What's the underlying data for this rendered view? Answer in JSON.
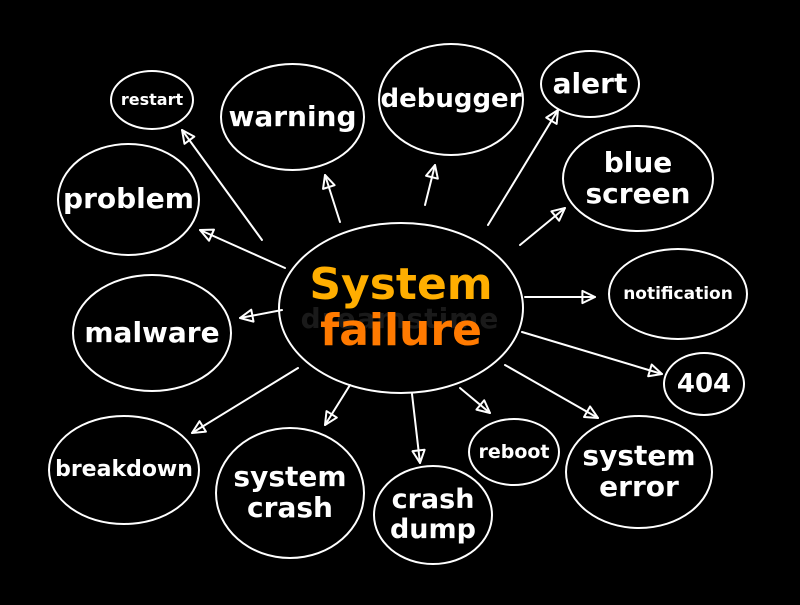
{
  "colors": {
    "background": "#000000",
    "stroke": "#ffffff",
    "text": "#ffffff",
    "center_gradient_top": "#ffb300",
    "center_gradient_bottom": "#ff6a00"
  },
  "watermark": "dreamstime",
  "center": {
    "line1": "System",
    "line2": "failure"
  },
  "nodes": {
    "restart": "restart",
    "warning": "warning",
    "debugger": "debugger",
    "alert": "alert",
    "blue_screen": "blue screen",
    "problem": "problem",
    "notification": "notification",
    "malware": "malware",
    "code_404": "404",
    "breakdown": "breakdown",
    "system_crash": "system crash",
    "crash_dump": "crash dump",
    "reboot": "reboot",
    "system_error": "system error"
  }
}
